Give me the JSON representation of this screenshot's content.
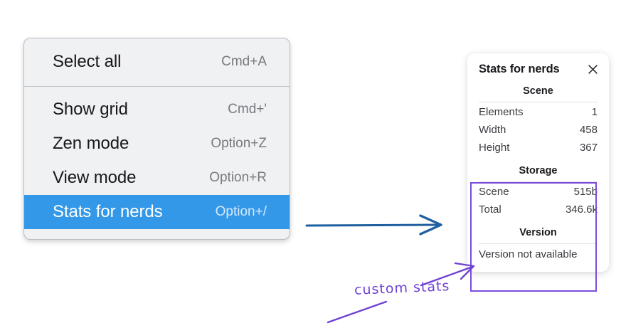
{
  "menu": {
    "groups": [
      {
        "items": [
          {
            "label": "Select all",
            "shortcut": "Cmd+A",
            "selected": false
          }
        ]
      },
      {
        "items": [
          {
            "label": "Show grid",
            "shortcut": "Cmd+'",
            "selected": false
          },
          {
            "label": "Zen mode",
            "shortcut": "Option+Z",
            "selected": false
          },
          {
            "label": "View mode",
            "shortcut": "Option+R",
            "selected": false
          },
          {
            "label": "Stats for nerds",
            "shortcut": "Option+/",
            "selected": true
          }
        ]
      }
    ],
    "highlight_color": "#3498e8",
    "background_color": "#f0f1f3"
  },
  "stats_panel": {
    "title": "Stats for nerds",
    "close_icon": "close-icon",
    "sections": [
      {
        "heading": "Scene",
        "rows": [
          {
            "label": "Elements",
            "value": "1"
          },
          {
            "label": "Width",
            "value": "458"
          },
          {
            "label": "Height",
            "value": "367"
          }
        ]
      },
      {
        "heading": "Storage",
        "rows": [
          {
            "label": "Scene",
            "value": "515b"
          },
          {
            "label": "Total",
            "value": "346.6k"
          }
        ]
      },
      {
        "heading": "Version",
        "single": "Version not available"
      }
    ]
  },
  "annotations": {
    "handwriting_label": "custom stats",
    "handwriting_color": "#6f42d4",
    "highlight_color": "#7c4ddb",
    "flow_arrow_color": "#1f5fa0"
  }
}
